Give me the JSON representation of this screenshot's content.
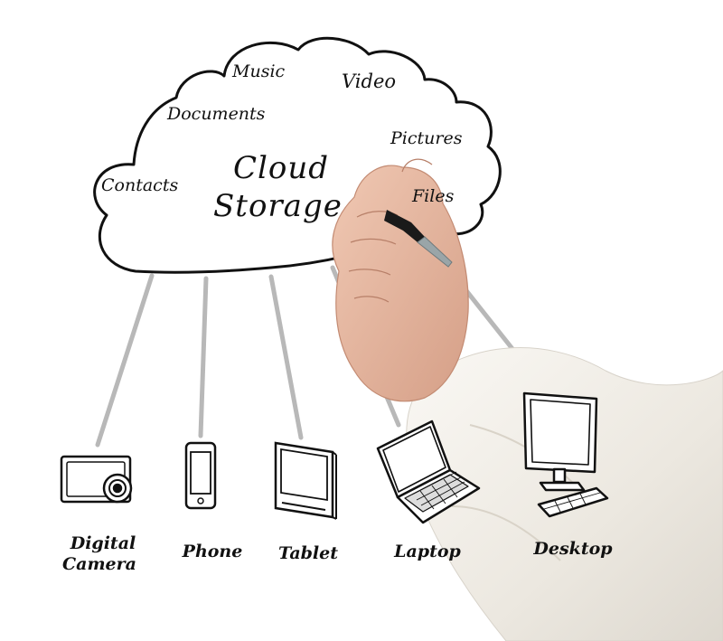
{
  "cloud": {
    "title_line1": "Cloud",
    "title_line2": "Storage",
    "items": {
      "music": "Music",
      "video": "Video",
      "documents": "Documents",
      "pictures": "Pictures",
      "contacts": "Contacts",
      "files": "Files"
    }
  },
  "devices": {
    "digital_camera_line1": "Digital",
    "digital_camera_line2": "Camera",
    "phone": "Phone",
    "tablet": "Tablet",
    "laptop": "Laptop",
    "desktop": "Desktop"
  },
  "colors": {
    "ink": "#111111",
    "connector": "#b5b5b5",
    "skin": "#e7b9a3",
    "sleeve": "#f1eee8"
  }
}
